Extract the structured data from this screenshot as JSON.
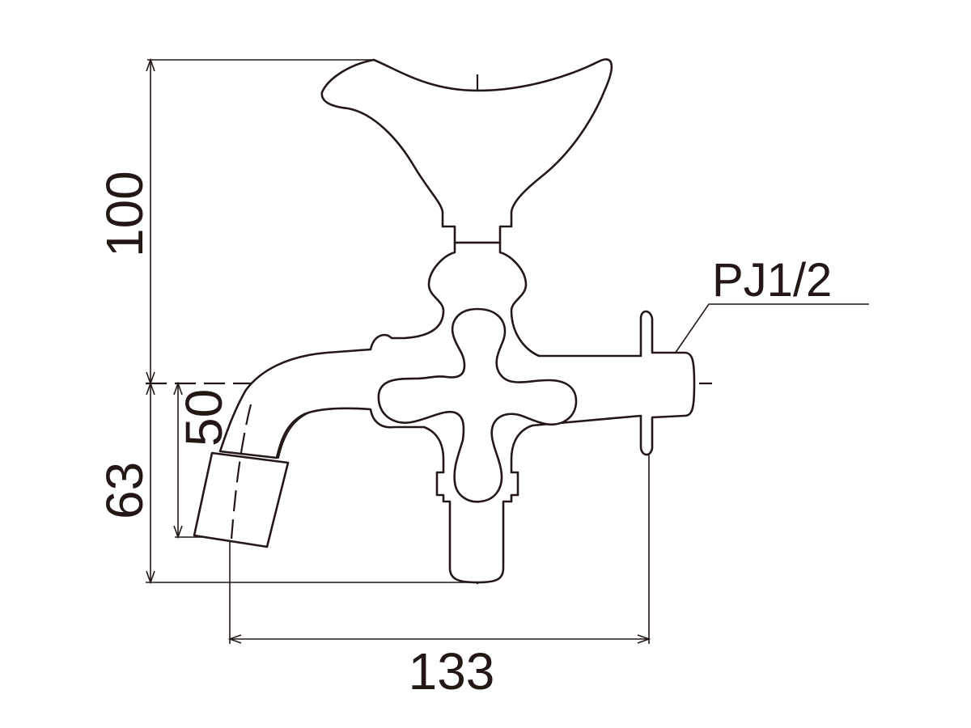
{
  "dimensions": {
    "height_top": "100",
    "height_bottom": "63",
    "spout_drop": "50",
    "width": "133"
  },
  "labels": {
    "thread": "PJ1/2"
  },
  "colors": {
    "line": "#231815",
    "background": "#ffffff"
  }
}
